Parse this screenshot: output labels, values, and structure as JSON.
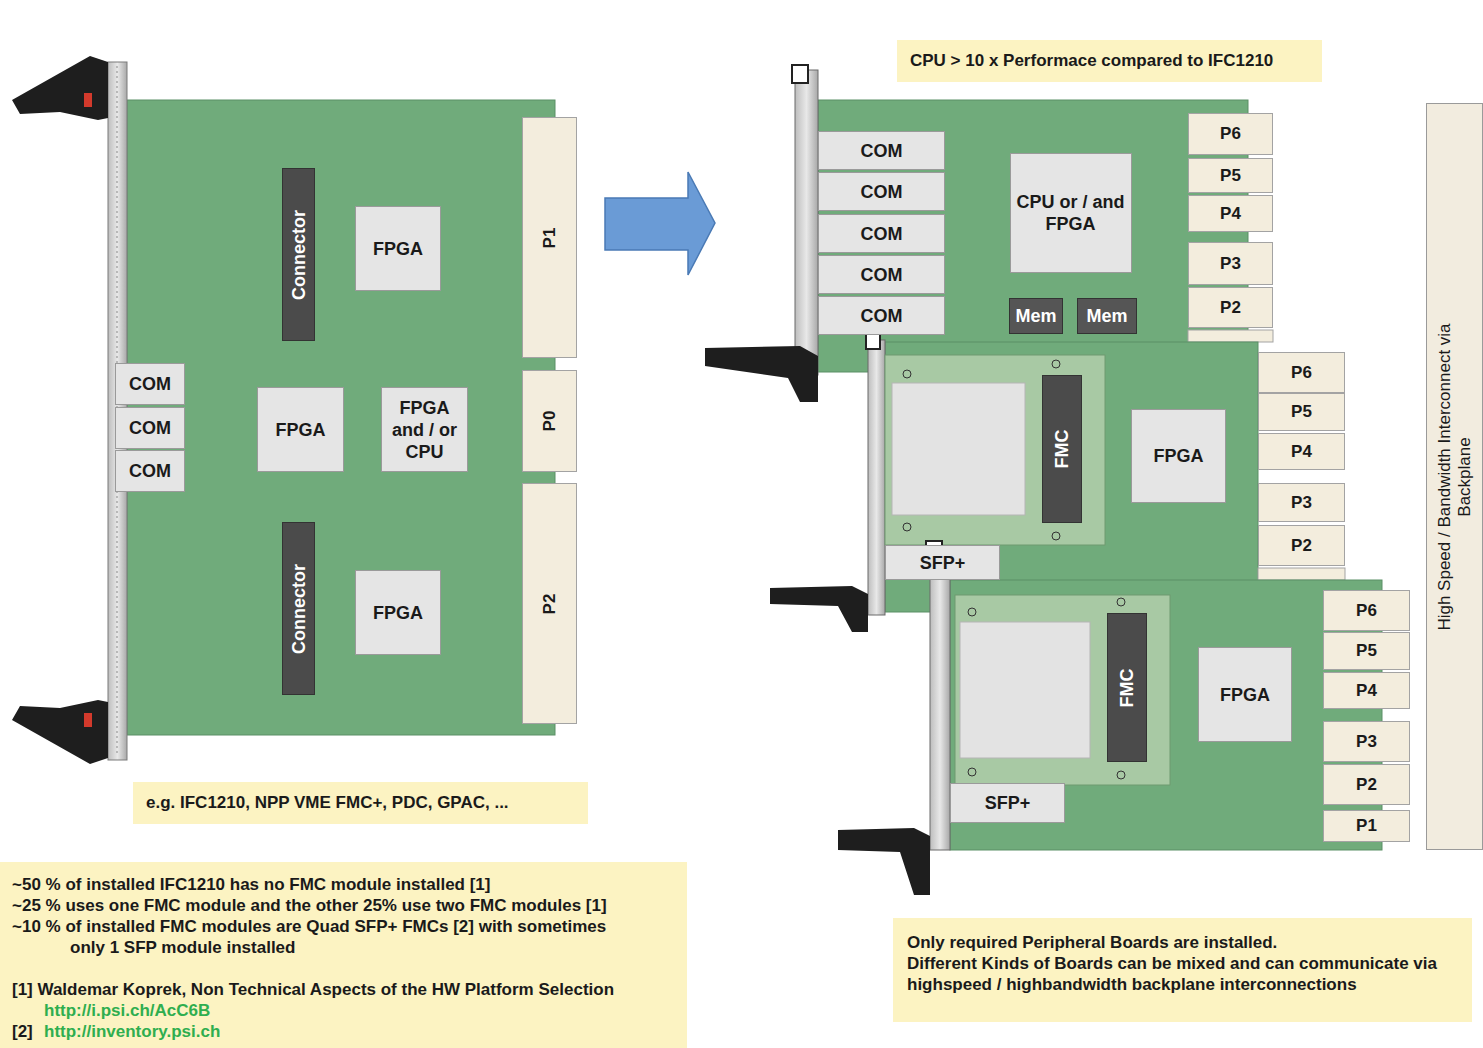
{
  "diagram": {
    "nodes": [
      {
        "text": [
          "Connector"
        ]
      },
      {
        "text": [
          "FPGA"
        ]
      },
      {
        "text": [
          "P1"
        ]
      },
      {
        "text": [
          "COM"
        ]
      },
      {
        "text": [
          "COM"
        ]
      },
      {
        "text": [
          "COM"
        ]
      },
      {
        "text": [
          "FPGA"
        ]
      },
      {
        "text": [
          "FPGA and / or CPU"
        ]
      },
      {
        "text": [
          "P0"
        ]
      },
      {
        "text": [
          "P2"
        ]
      },
      {
        "text": [
          "Connector"
        ]
      },
      {
        "text": [
          "FPGA"
        ]
      },
      {
        "text": [
          "e.g. IFC1210, NPP VME FMC+, PDC, GPAC, ..."
        ]
      },
      {
        "text": [
          "~50 % of installed IFC1210 has no FMC module installed [1]",
          "~25 % uses one FMC module and the other 25% use two FMC modules [1]",
          "~10 % of installed FMC modules are Quad SFP+ FMCs [2] with sometimes only 1 SFP module installed",
          "[1] Waldemar Koprek, Non Technical Aspects of the HW Platform Selection",
          "http://i.psi.ch/AcC6B",
          "[2]",
          "http://inventory.psi.ch"
        ]
      },
      {
        "text": [
          "CPU > 10 x Performace compared to IFC1210"
        ]
      },
      {
        "text": [
          "COM"
        ]
      },
      {
        "text": [
          "COM"
        ]
      },
      {
        "text": [
          "COM"
        ]
      },
      {
        "text": [
          "COM"
        ]
      },
      {
        "text": [
          "COM"
        ]
      },
      {
        "text": [
          "CPU or / and FPGA"
        ]
      },
      {
        "text": [
          "Mem"
        ]
      },
      {
        "text": [
          "Mem"
        ]
      },
      {
        "text": [
          "P6"
        ]
      },
      {
        "text": [
          "P5"
        ]
      },
      {
        "text": [
          "P4"
        ]
      },
      {
        "text": [
          "P3"
        ]
      },
      {
        "text": [
          "P2"
        ]
      },
      {
        "text": [
          "FMC"
        ]
      },
      {
        "text": [
          "FPGA"
        ]
      },
      {
        "text": [
          "SFP+"
        ]
      },
      {
        "text": [
          "P6"
        ]
      },
      {
        "text": [
          "P5"
        ]
      },
      {
        "text": [
          "P4"
        ]
      },
      {
        "text": [
          "P3"
        ]
      },
      {
        "text": [
          "P2"
        ]
      },
      {
        "text": [
          "FMC"
        ]
      },
      {
        "text": [
          "FPGA"
        ]
      },
      {
        "text": [
          "SFP+"
        ]
      },
      {
        "text": [
          "P6"
        ]
      },
      {
        "text": [
          "P5"
        ]
      },
      {
        "text": [
          "P4"
        ]
      },
      {
        "text": [
          "P3"
        ]
      },
      {
        "text": [
          "P2"
        ]
      },
      {
        "text": [
          "P1"
        ]
      },
      {
        "text": [
          "High Speed / Bandwidth Interconnect via Backplane"
        ]
      },
      {
        "text": [
          "Only required Peripheral Boards are installed.",
          "Different Kinds of Boards can be mixed and can communicate via highspeed / highbandwidth backplane interconnections"
        ]
      }
    ]
  }
}
